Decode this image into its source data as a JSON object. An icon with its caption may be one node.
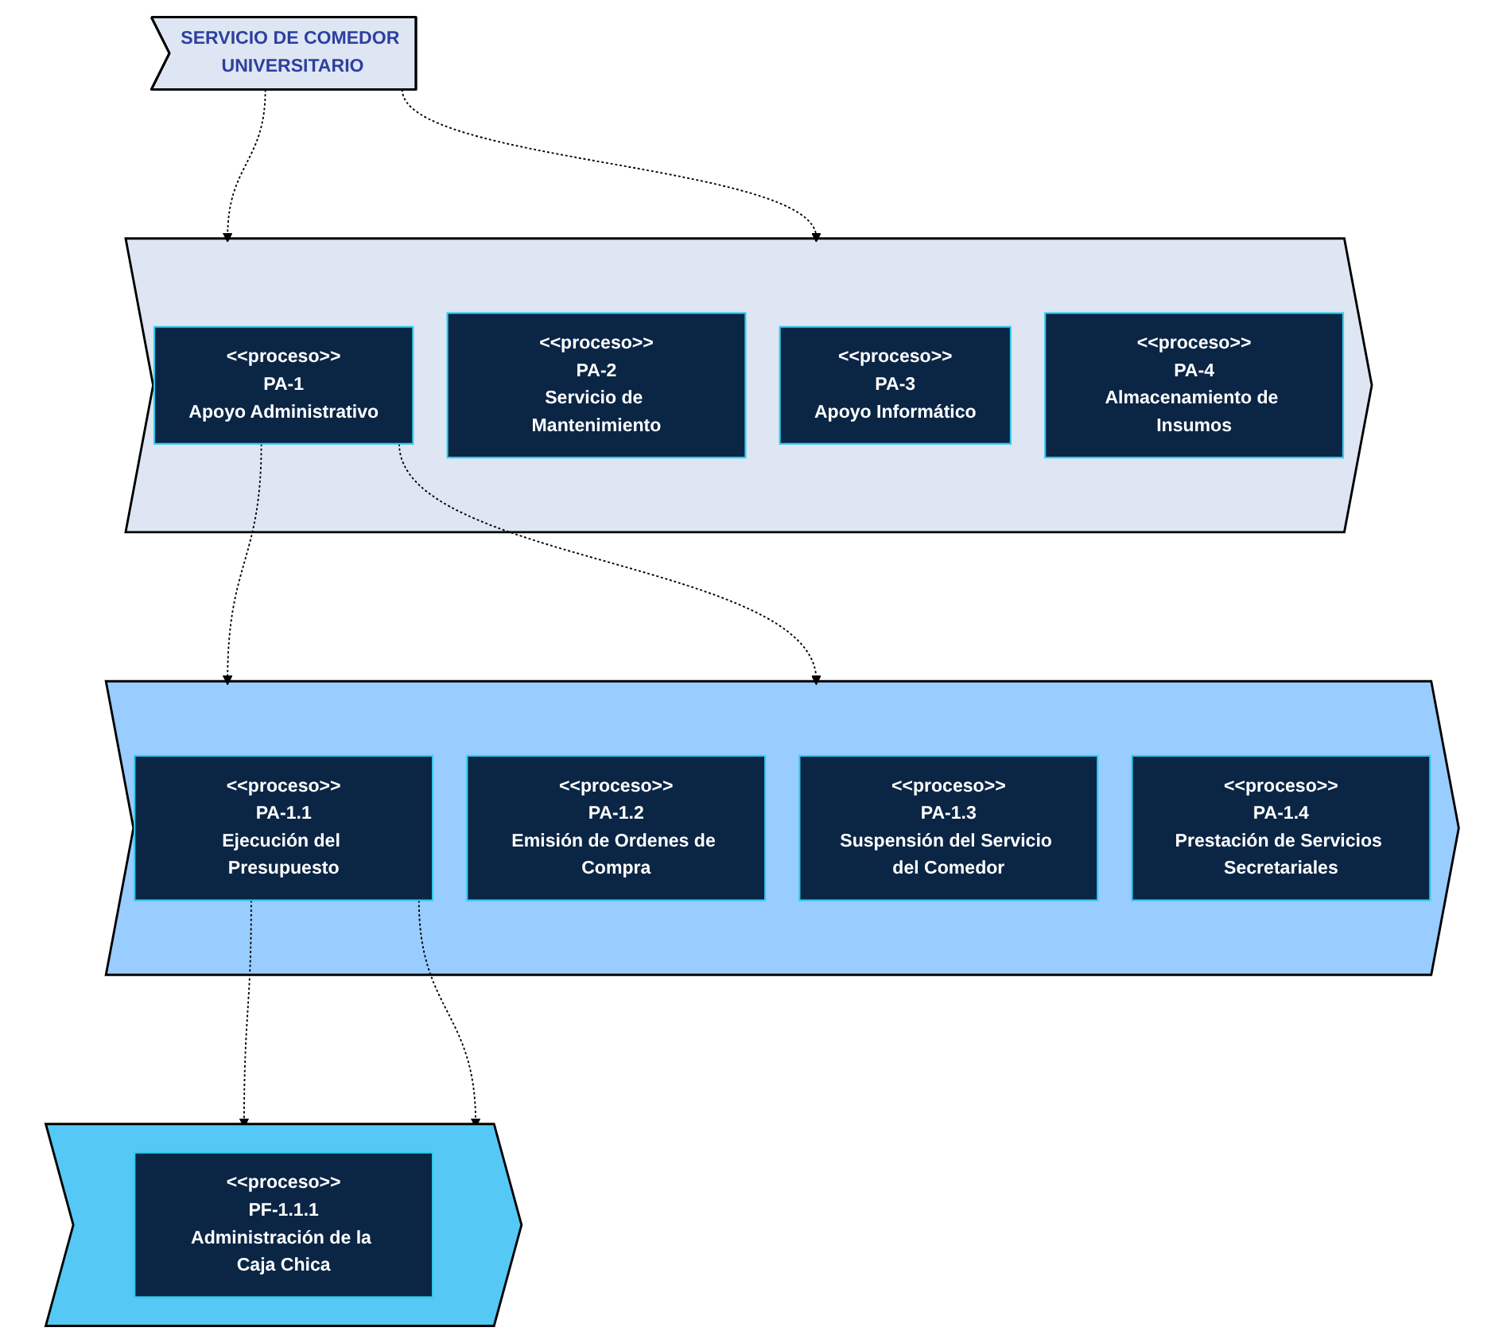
{
  "diagram": {
    "nodes": [
      {
        "text": [
          "SERVICIO DE COMEDOR UNIVERSITARIO"
        ]
      },
      {
        "text": [],
        "shape": "chevron"
      },
      {
        "text": [
          "<<proceso>>",
          "PA-1",
          "Apoyo Administrativo"
        ],
        "in": 1
      },
      {
        "text": [
          "<<proceso>>",
          "PA-2",
          "Servicio de Mantenimiento"
        ],
        "in": 1
      },
      {
        "text": [
          "<<proceso>>",
          "PA-3",
          "Apoyo Informático"
        ],
        "in": 1
      },
      {
        "text": [
          "<<proceso>>",
          "PA-4",
          "Almacenamiento de Insumos"
        ],
        "in": 1
      },
      {
        "text": [],
        "shape": "chevron"
      },
      {
        "text": [
          "<<proceso>>",
          "PA-1.1",
          "Ejecución del Presupuesto"
        ],
        "in": 6
      },
      {
        "text": [
          "<<proceso>>",
          "PA-1.2",
          "Emisión de Ordenes de Compra"
        ],
        "in": 6
      },
      {
        "text": [
          "<<proceso>>",
          "PA-1.3",
          "Suspensión del Servicio del Comedor"
        ],
        "in": 6
      },
      {
        "text": [
          "<<proceso>>",
          "PA-1.4",
          "Prestación de Servicios Secretariales"
        ],
        "in": 6
      },
      {
        "text": [],
        "shape": "chevron"
      },
      {
        "text": [
          "<<proceso>>",
          "PF-1.1.1",
          "Administración de la Caja Chica"
        ],
        "in": 11
      }
    ],
    "edges": [
      {
        "from": 0,
        "to": 1,
        "arrow": "to",
        "style": "dashed"
      },
      {
        "from": 0,
        "to": 1,
        "arrow": "to",
        "style": "dashed"
      },
      {
        "from": 2,
        "to": 6,
        "arrow": "to",
        "style": "dashed"
      },
      {
        "from": 2,
        "to": 6,
        "arrow": "to",
        "style": "dashed"
      },
      {
        "from": 7,
        "to": 11,
        "arrow": "to",
        "style": "dashed"
      },
      {
        "from": 7,
        "to": 11,
        "arrow": "to",
        "style": "dashed"
      }
    ]
  }
}
